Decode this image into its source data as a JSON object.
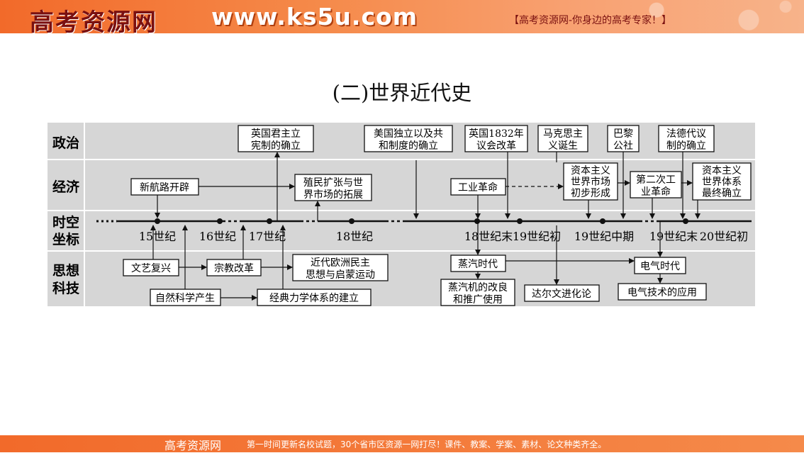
{
  "header": {
    "brand": "高考资源网",
    "url": "www.ks5u.com",
    "slogan": "【高考资源网-你身边的高考专家！】"
  },
  "title": "(二)世界近代史",
  "rows": {
    "politics": "政治",
    "economy": "经济",
    "time_1": "时空",
    "time_2": "坐标",
    "thought_1": "思想",
    "thought_2": "科技"
  },
  "timeline": [
    "15世纪",
    "16世纪",
    "17世纪",
    "18世纪",
    "18世纪末",
    "19世纪初",
    "19世纪中期",
    "19世纪末",
    "20世纪初"
  ],
  "politics_boxes": [
    [
      "英国君主立",
      "宪制的确立"
    ],
    [
      "美国独立以及共",
      "和制度的确立"
    ],
    [
      "英国1832年",
      "议会改革"
    ],
    [
      "马克思主",
      "义诞生"
    ],
    [
      "巴黎",
      "公社"
    ],
    [
      "法德代议",
      "制的确立"
    ]
  ],
  "economy_boxes": {
    "new_routes": "新航路开辟",
    "colonial": [
      "殖民扩张与世",
      "界市场的拓展"
    ],
    "industrial": "工业革命",
    "capitalist": [
      "资本主义",
      "世界市场",
      "初步形成"
    ],
    "second_ind": [
      "第二次工",
      "业革命"
    ],
    "final": [
      "资本主义",
      "世界体系",
      "最终确立"
    ]
  },
  "thought_boxes": {
    "renaissance": "文艺复兴",
    "reformation": "宗教改革",
    "enlightenment": [
      "近代欧洲民主",
      "思想与启蒙运动"
    ],
    "steam_age": "蒸汽时代",
    "steam_engine": [
      "蒸汽机的改良",
      "和推广使用"
    ],
    "darwin": "达尔文进化论",
    "electric_age": "电气时代",
    "electric_app": "电气技术的应用",
    "science": "自然科学产生",
    "mechanics": "经典力学体系的建立"
  },
  "footer": {
    "brand": "高考资源网",
    "text": "第一时间更新名校试题，30个省市区资源一网打尽！课件、教案、学案、素材、论文种类齐全。"
  },
  "colors": {
    "banner": "#f26a2a",
    "row_bg": "#d6d6d6",
    "box_bg": "#ffffff"
  }
}
